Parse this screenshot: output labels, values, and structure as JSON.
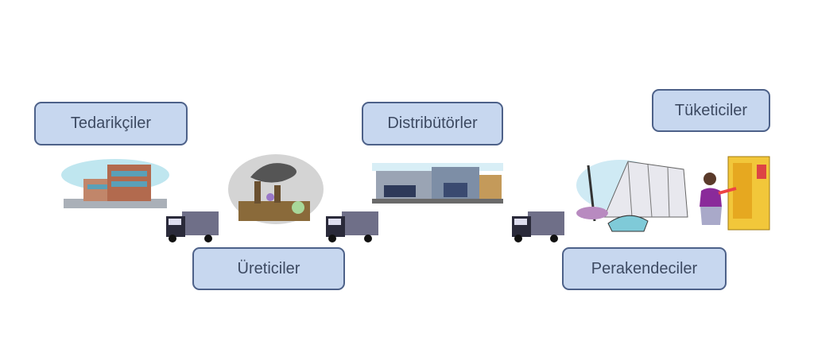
{
  "stages": {
    "suppliers": "Tedarikçiler",
    "manufacturers": "Üreticiler",
    "distributors": "Distribütörler",
    "retailers": "Perakendeciler",
    "consumers": "Tüketiciler"
  },
  "colors": {
    "box_fill": "#c7d7ef",
    "box_border": "#4d6189",
    "text": "#3d4a62"
  }
}
